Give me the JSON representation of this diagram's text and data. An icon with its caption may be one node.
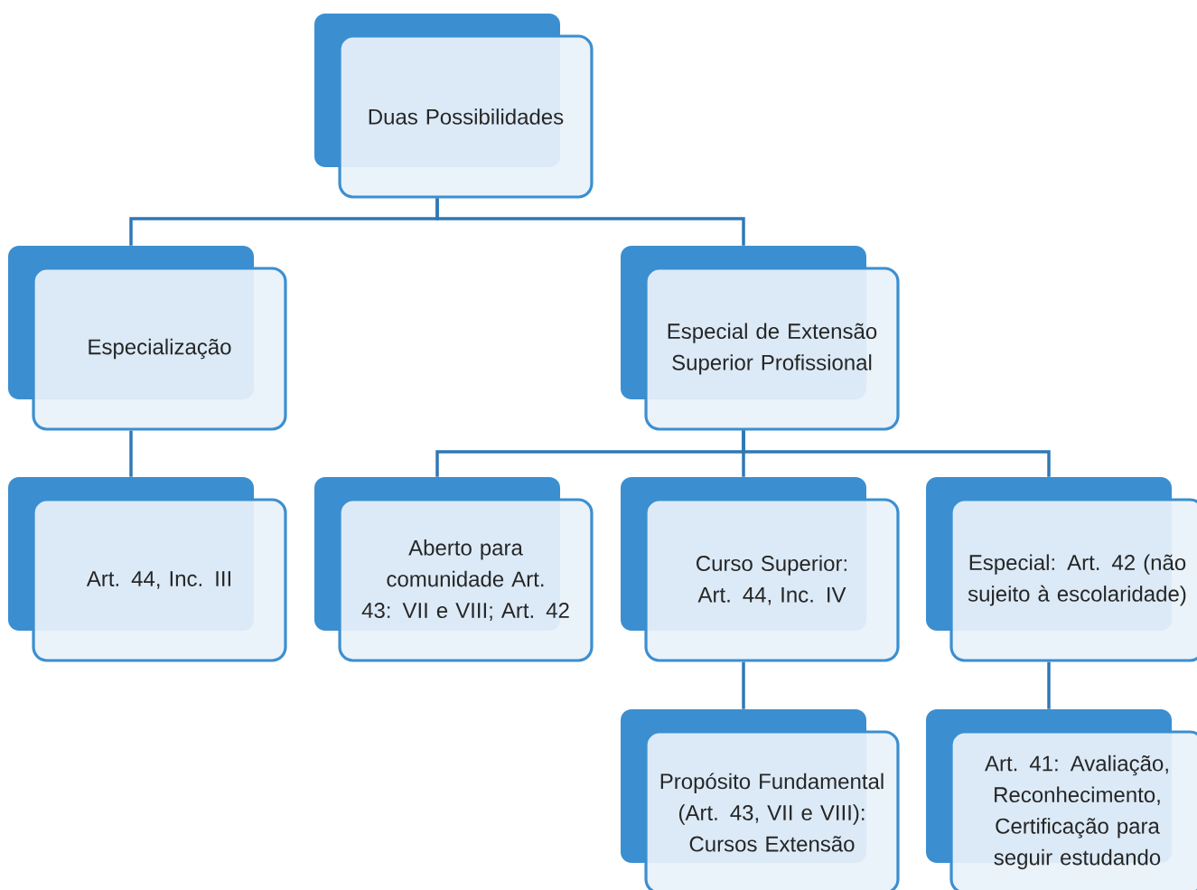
{
  "diagram": {
    "nodes": [
      {
        "text": [
          "Duas Possibilidades"
        ]
      },
      {
        "text": [
          "Especialização"
        ]
      },
      {
        "text": [
          "Especial de Extensão Superior Profissional"
        ]
      },
      {
        "text": [
          "Art. 44, Inc. III"
        ]
      },
      {
        "text": [
          "Aberto para comunidade Art. 43: VII e VIII; Art. 42"
        ]
      },
      {
        "text": [
          "Curso Superior: Art. 44, Inc. IV"
        ]
      },
      {
        "text": [
          "Especial: Art. 42 (não sujeito à escolaridade)"
        ]
      },
      {
        "text": [
          "Propósito Fundamental (Art. 43, VII e VIII): Cursos Extensão"
        ]
      },
      {
        "text": [
          "Art. 41: Avaliação, Reconhecimento, Certificação para seguir estudando"
        ]
      }
    ],
    "edges": [
      {
        "from": 0,
        "to": 1,
        "arrow": "none"
      },
      {
        "from": 0,
        "to": 2,
        "arrow": "none"
      },
      {
        "from": 1,
        "to": 3,
        "arrow": "none"
      },
      {
        "from": 2,
        "to": 4,
        "arrow": "none"
      },
      {
        "from": 2,
        "to": 5,
        "arrow": "none"
      },
      {
        "from": 2,
        "to": 6,
        "arrow": "none"
      },
      {
        "from": 5,
        "to": 7,
        "arrow": "none"
      },
      {
        "from": 6,
        "to": 8,
        "arrow": "none"
      }
    ]
  }
}
